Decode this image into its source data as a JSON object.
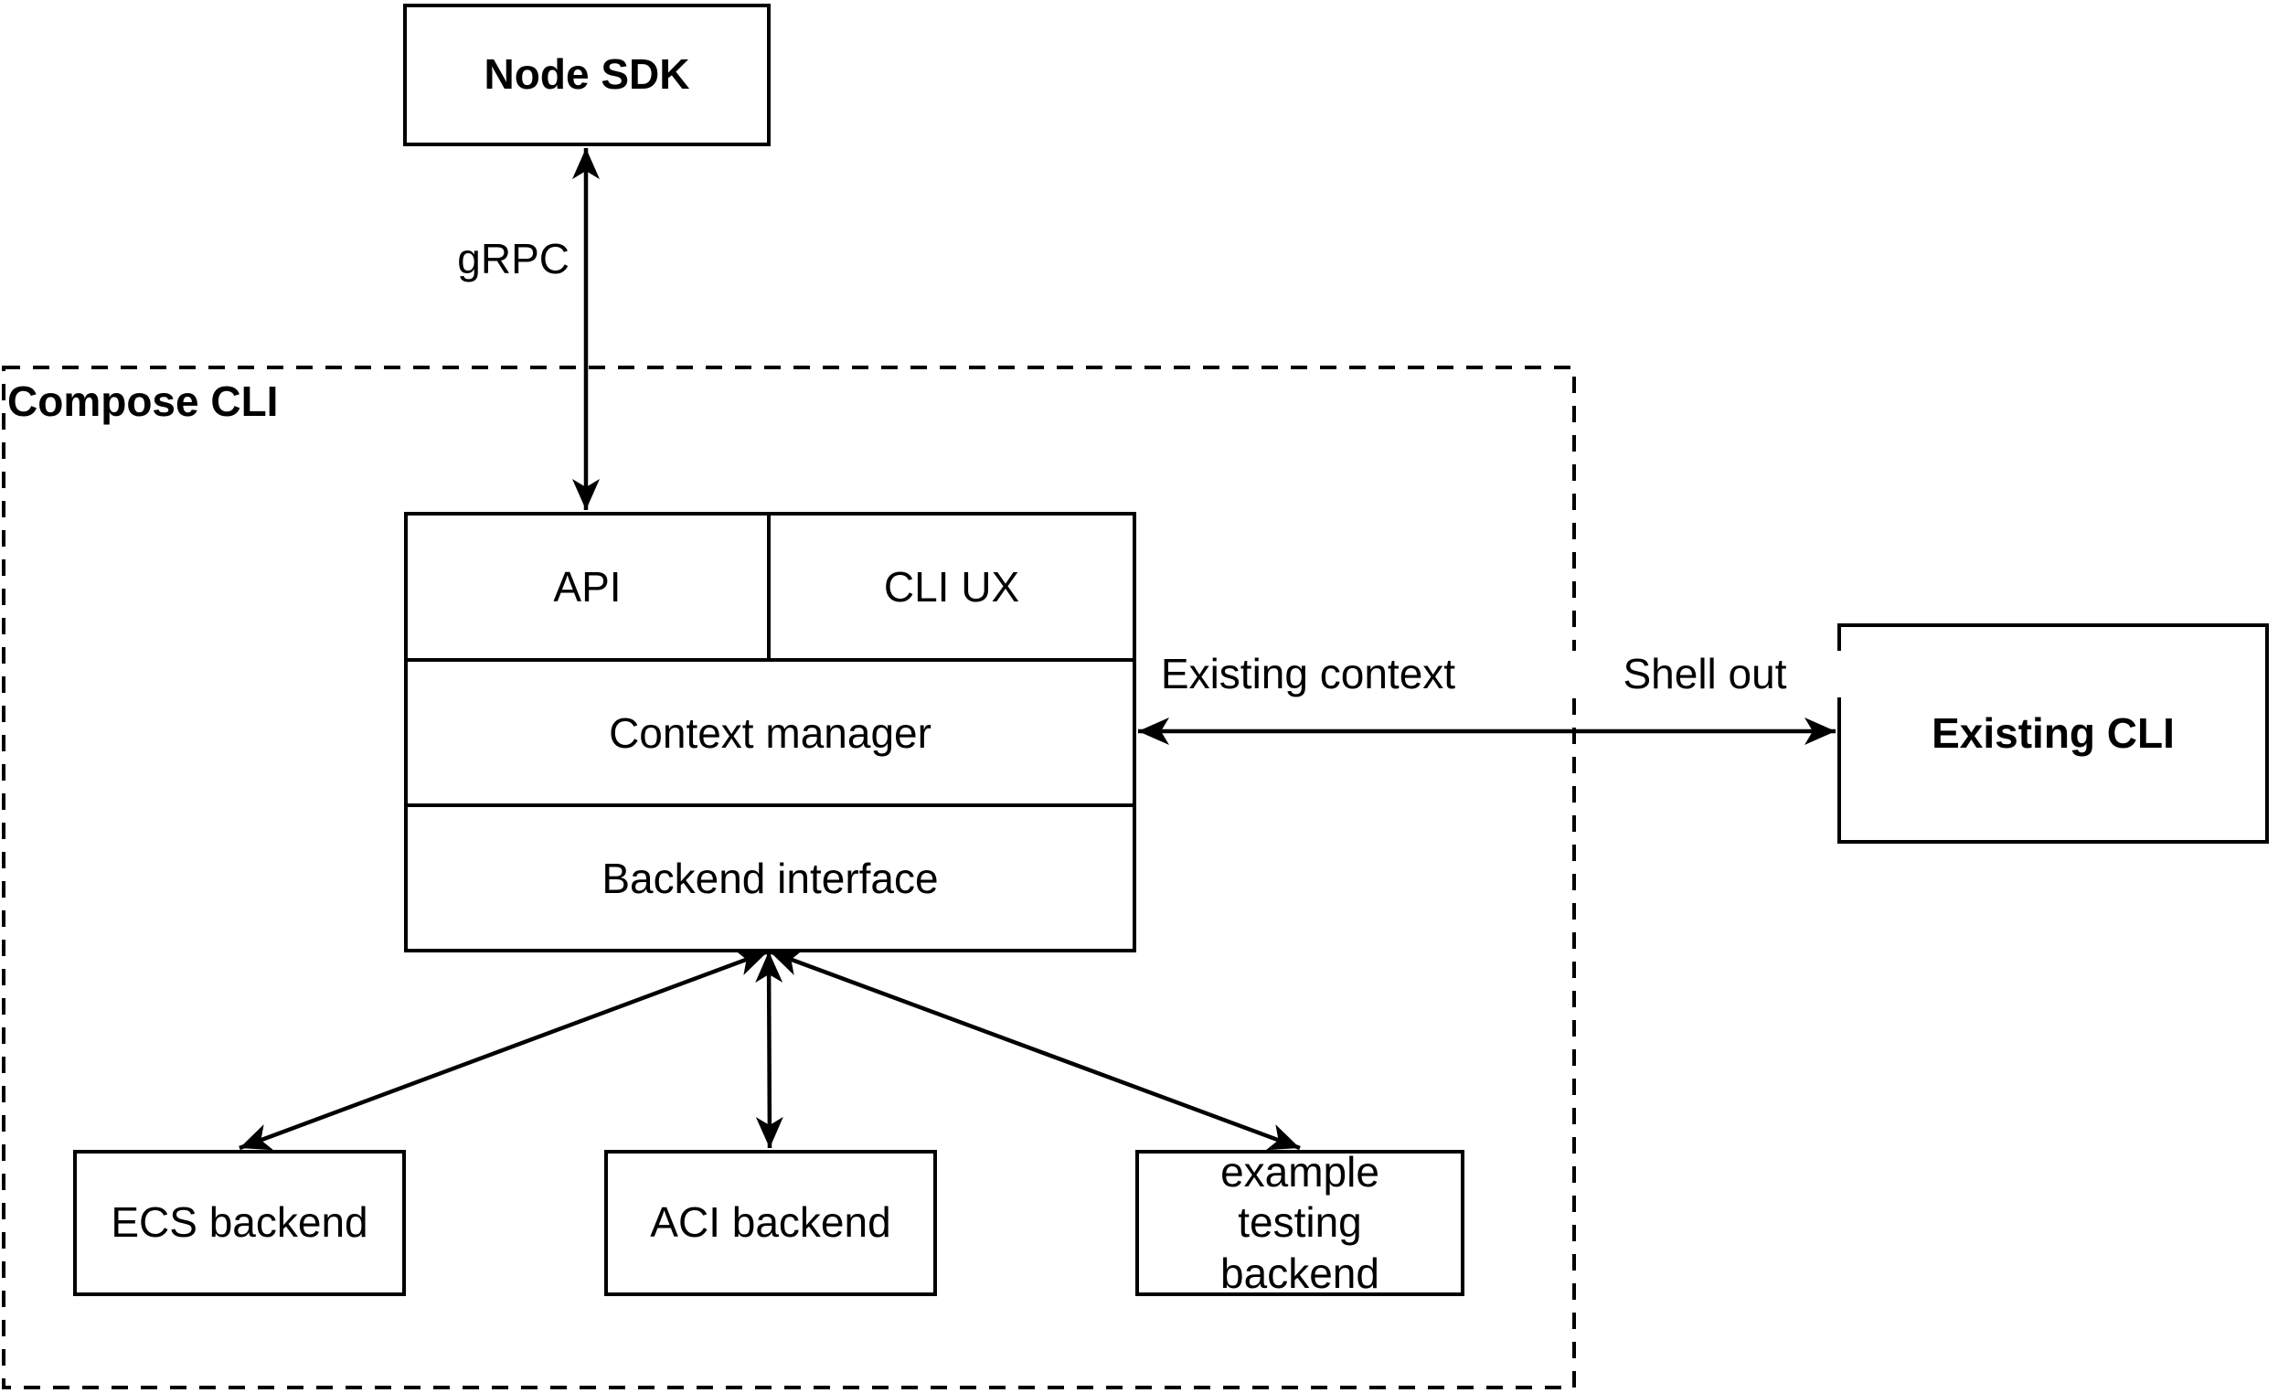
{
  "diagram": {
    "container_label": "Compose CLI",
    "nodes": {
      "node_sdk": "Node SDK",
      "api": "API",
      "cli_ux": "CLI UX",
      "context_manager": "Context manager",
      "backend_interface": "Backend interface",
      "existing_cli": "Existing CLI",
      "ecs_backend": "ECS backend",
      "aci_backend": "ACI backend",
      "example_testing_backend": "example testing backend"
    },
    "edge_labels": {
      "grpc": "gRPC",
      "existing_context": "Existing context",
      "shell_out": "Shell out"
    },
    "colors": {
      "stroke": "#000000",
      "background": "#ffffff",
      "text": "#000000"
    }
  }
}
